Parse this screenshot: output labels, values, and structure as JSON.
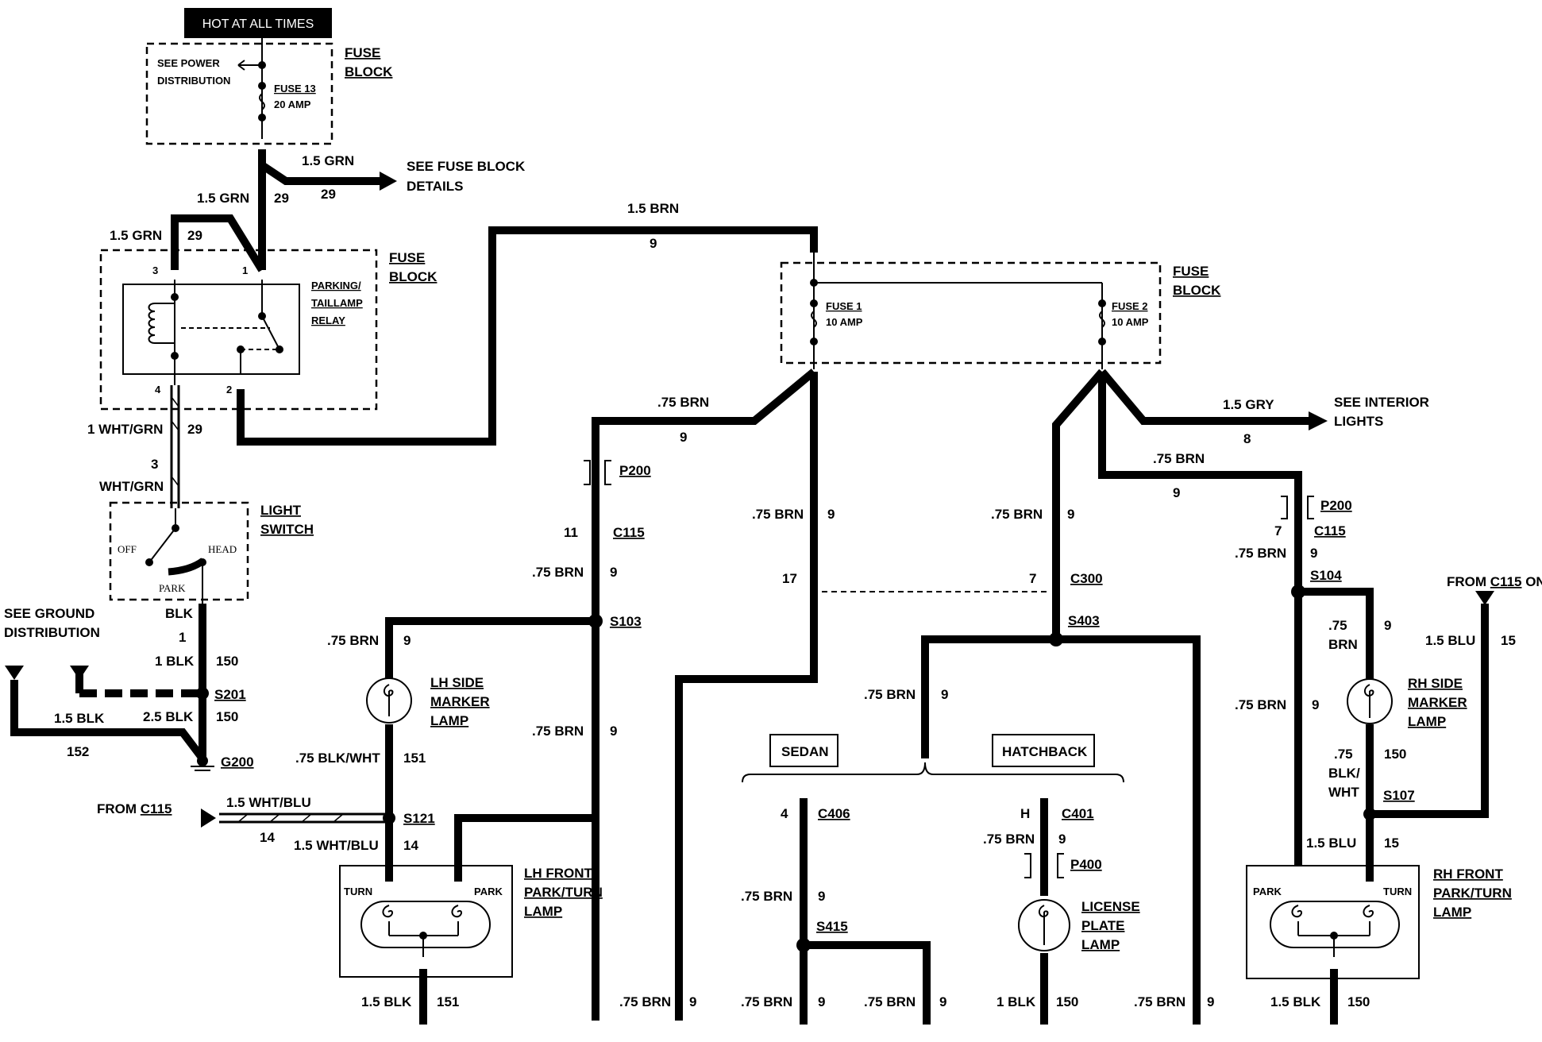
{
  "header": {
    "hot_at_all_times": "HOT AT ALL TIMES"
  },
  "top_fuse_block": {
    "title_line1": "FUSE",
    "title_line2": "BLOCK",
    "see_power_line1": "SEE POWER",
    "see_power_line2": "DISTRIBUTION",
    "fuse_name": "FUSE 13",
    "fuse_rating": "20 AMP"
  },
  "fuse_block_details": {
    "line1": "SEE FUSE BLOCK",
    "line2": "DETAILS"
  },
  "relay_block": {
    "title_line1": "FUSE",
    "title_line2": "BLOCK",
    "relay_line1": "PARKING/",
    "relay_line2": "TAILLAMP",
    "relay_line3": "RELAY",
    "pin3": "3",
    "pin1": "1",
    "pin4": "4",
    "pin2": "2"
  },
  "light_switch": {
    "title_line1": "LIGHT",
    "title_line2": "SWITCH",
    "off": "OFF",
    "head": "HEAD",
    "park": "PARK"
  },
  "center_fuse_block": {
    "title_line1": "FUSE",
    "title_line2": "BLOCK",
    "fuse1_name": "FUSE 1",
    "fuse1_rating": "10 AMP",
    "fuse2_name": "FUSE 2",
    "fuse2_rating": "10 AMP"
  },
  "interior_lights": {
    "line1": "SEE INTERIOR",
    "line2": "LIGHTS"
  },
  "ground_distribution": {
    "line1": "SEE GROUND",
    "line2": "DISTRIBUTION"
  },
  "wires": {
    "grn15": "1.5 GRN",
    "c29": "29",
    "brn15": "1.5 BRN",
    "c9": "9",
    "wht_grn1": "1 WHT/GRN",
    "wht_grn": "WHT/GRN",
    "blk": "BLK",
    "blk1": "1 BLK",
    "c150": "150",
    "c1": "1",
    "c3": "3",
    "blk25": "2.5 BLK",
    "blk15": "1.5 BLK",
    "c152": "152",
    "brn075": ".75 BRN",
    "blk_wht075": ".75 BLK/WHT",
    "c151": "151",
    "wht_blu15": "1.5 WHT/BLU",
    "c14": "14",
    "gry15": "1.5 GRY",
    "c8": "8",
    "blu15": "1.5 BLU",
    "c15": "15",
    "rh_side_wire_l1": ".75",
    "rh_side_wire_l2": "BRN",
    "rh_marker_wire_l1": ".75",
    "rh_marker_wire_l2": "BLK/",
    "rh_marker_wire_l3": "WHT",
    "blk1_plain": "1 BLK"
  },
  "connectors": {
    "p200": "P200",
    "c115": "C115",
    "c115_pin_left": "11",
    "c115_pin_right": "7",
    "s103": "S103",
    "s201": "S201",
    "g200": "G200",
    "s121": "S121",
    "c300": "C300",
    "c300_pin_left": "17",
    "c300_pin_right": "7",
    "s403": "S403",
    "s104": "S104",
    "s107": "S107",
    "c406": "C406",
    "c406_pin": "4",
    "c401": "C401",
    "c401_pin": "H",
    "p400": "P400",
    "s415": "S415"
  },
  "from_c115": {
    "prefix": "FROM ",
    "connector": "C115"
  },
  "from_c115_on": {
    "prefix": "FROM ",
    "connector": "C115",
    "suffix": " ON"
  },
  "components": {
    "lh_side_marker": {
      "line1": "LH SIDE",
      "line2": "MARKER",
      "line3": "LAMP"
    },
    "rh_side_marker": {
      "line1": "RH SIDE",
      "line2": "MARKER",
      "line3": "LAMP"
    },
    "lh_front": {
      "line1": "LH FRONT",
      "line2": "PARK/TURN",
      "line3": "LAMP",
      "turn": "TURN",
      "park": "PARK"
    },
    "rh_front": {
      "line1": "RH FRONT",
      "line2": "PARK/TURN",
      "line3": "LAMP",
      "turn": "TURN",
      "park": "PARK"
    },
    "license_plate": {
      "line1": "LICENSE",
      "line2": "PLATE",
      "line3": "LAMP"
    }
  },
  "body_styles": {
    "sedan": "SEDAN",
    "hatchback": "HATCHBACK"
  }
}
